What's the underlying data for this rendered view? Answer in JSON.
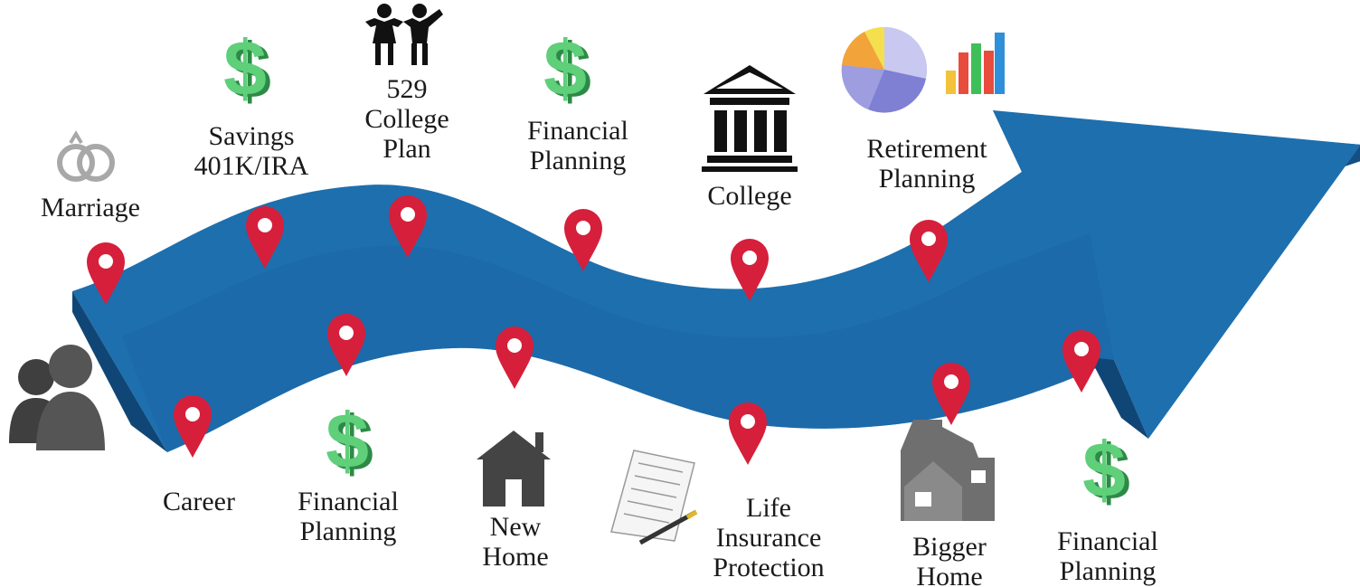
{
  "labels": {
    "marriage": [
      "Marriage"
    ],
    "savings": [
      "Savings",
      "401K/IRA"
    ],
    "college_plan": [
      "529",
      "College",
      "Plan"
    ],
    "financial_planning_top": [
      "Financial",
      "Planning"
    ],
    "college": [
      "College"
    ],
    "retirement_planning": [
      "Retirement",
      "Planning"
    ],
    "career": [
      "Career"
    ],
    "financial_planning_1": [
      "Financial",
      "Planning"
    ],
    "new_home": [
      "New",
      "Home"
    ],
    "life_insurance": [
      "Life",
      "Insurance",
      "Protection"
    ],
    "bigger_home": [
      "Bigger",
      "Home"
    ],
    "financial_planning_2": [
      "Financial",
      "Planning"
    ]
  },
  "colors": {
    "arrow_face": "#1e6fae",
    "arrow_top": "#1a5d96",
    "arrow_side": "#0f4676",
    "pin": "#d61f3b",
    "dollar": "#3fae5a",
    "icon_gray": "#4a4a4a",
    "ring": "#a8a8a8"
  },
  "icons": [
    "people-icon",
    "rings-icon",
    "dollar-icon",
    "children-icon",
    "bank-icon",
    "pie-chart-icon",
    "bar-chart-icon",
    "house-icon",
    "document-icon",
    "bigger-house-icon",
    "map-pin-icon"
  ]
}
